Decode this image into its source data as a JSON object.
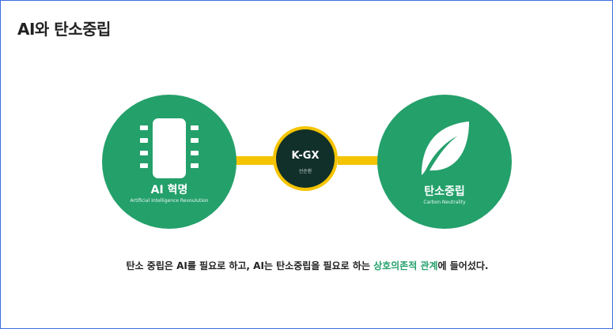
{
  "title": "AI와 탄소중립",
  "nodes": {
    "ai": {
      "title": "AI 혁명",
      "subtitle": "Artificial Intelligence Revoulution",
      "icon": "chip-icon"
    },
    "hub": {
      "title": "K-GX",
      "subtitle": "선순환"
    },
    "carbon": {
      "title": "탄소중립",
      "subtitle": "Carbon Neutrality",
      "icon": "leaf-icon"
    }
  },
  "caption": {
    "before": "탄소 중립은 AI를 필요로 하고, AI는 탄소중립을 필요로 하는 ",
    "highlight": "상호의존적 관계",
    "after": "에 들어섰다."
  },
  "colors": {
    "green": "#24a06b",
    "yellow": "#f5c400",
    "hub_dark": "#11302a",
    "border": "#3d6fe0"
  }
}
